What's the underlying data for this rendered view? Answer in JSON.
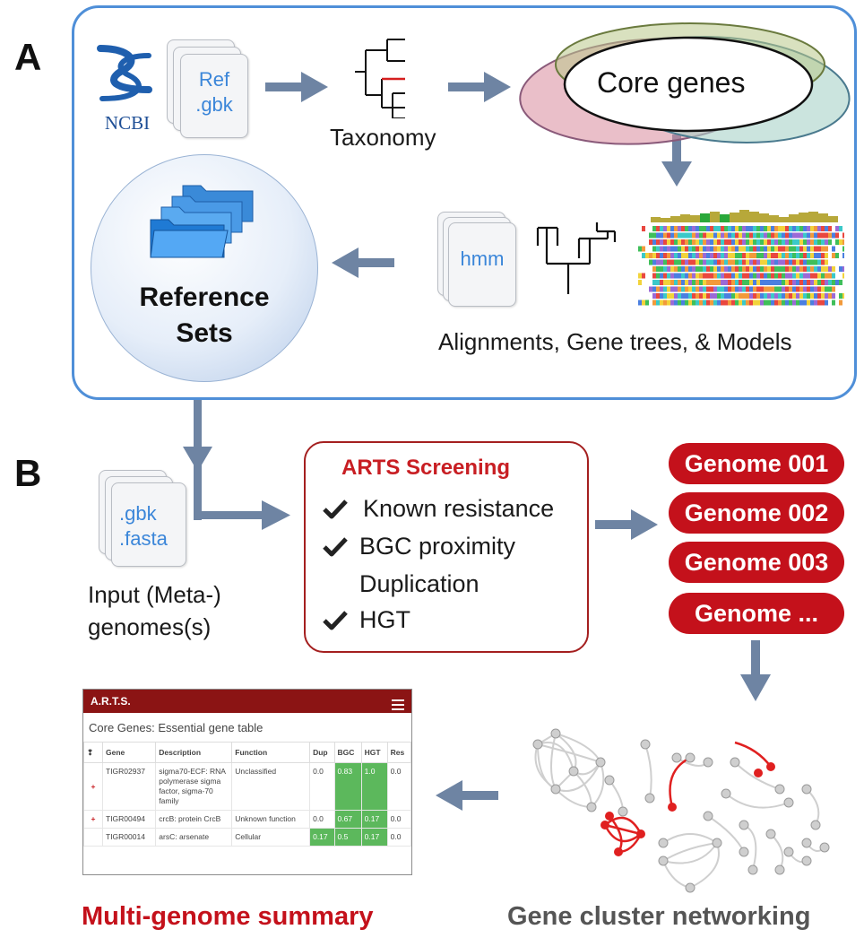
{
  "panel_a": {
    "letter": "A",
    "ncbi_label": "NCBI",
    "ref_doc_lines": [
      "Ref",
      ".gbk"
    ],
    "taxonomy_label": "Taxonomy",
    "core_genes_label": "Core genes",
    "reference_sets_lines": [
      "Reference",
      "Sets"
    ],
    "hmm_label": "hmm",
    "alignments_label": "Alignments, Gene trees, & Models"
  },
  "panel_b": {
    "letter": "B",
    "input_doc_lines": [
      ".gbk",
      ".fasta"
    ],
    "input_label_lines": [
      "Input (Meta-)",
      "genomes(s)"
    ],
    "arts": {
      "title": "ARTS Screening",
      "items": [
        {
          "label": "Known resistance",
          "checked": true
        },
        {
          "label": "BGC proximity",
          "checked": true
        },
        {
          "label": "Duplication",
          "checked": false
        },
        {
          "label": "HGT",
          "checked": true
        }
      ]
    },
    "genomes": [
      "Genome 001",
      "Genome 002",
      "Genome 003",
      "Genome ..."
    ],
    "summary_label": "Multi-genome summary",
    "networking_label": "Gene cluster networking"
  },
  "screenshot": {
    "app_title": "A.R.T.S.",
    "subtitle": "Core Genes: Essential gene table",
    "columns": [
      "",
      "Gene",
      "Description",
      "Function",
      "Dup",
      "BGC",
      "HGT",
      "Res"
    ],
    "rows": [
      {
        "gene": "TIGR02937",
        "description": "sigma70-ECF: RNA polymerase sigma factor, sigma-70 family",
        "function": "Unclassified",
        "dup": "0.0",
        "bgc": "0.83",
        "hgt": "1.0",
        "res": "0.0",
        "highlight": [
          "bgc",
          "hgt"
        ]
      },
      {
        "gene": "TIGR00494",
        "description": "crcB: protein CrcB",
        "function": "Unknown function",
        "dup": "0.0",
        "bgc": "0.67",
        "hgt": "0.17",
        "res": "0.0",
        "highlight": [
          "bgc",
          "hgt"
        ]
      },
      {
        "gene": "TIGR00014",
        "description": "arsC: arsenate",
        "function": "Cellular",
        "dup": "0.17",
        "bgc": "0.5",
        "hgt": "0.17",
        "res": "0.0",
        "highlight": [
          "dup",
          "bgc",
          "hgt"
        ]
      }
    ]
  },
  "colors": {
    "panel_border": "#4f8fd8",
    "arrow": "#6e84a3",
    "accent_red": "#c4111b",
    "doc_text": "#3b86d9",
    "table_highlight": "#5cb85c"
  }
}
